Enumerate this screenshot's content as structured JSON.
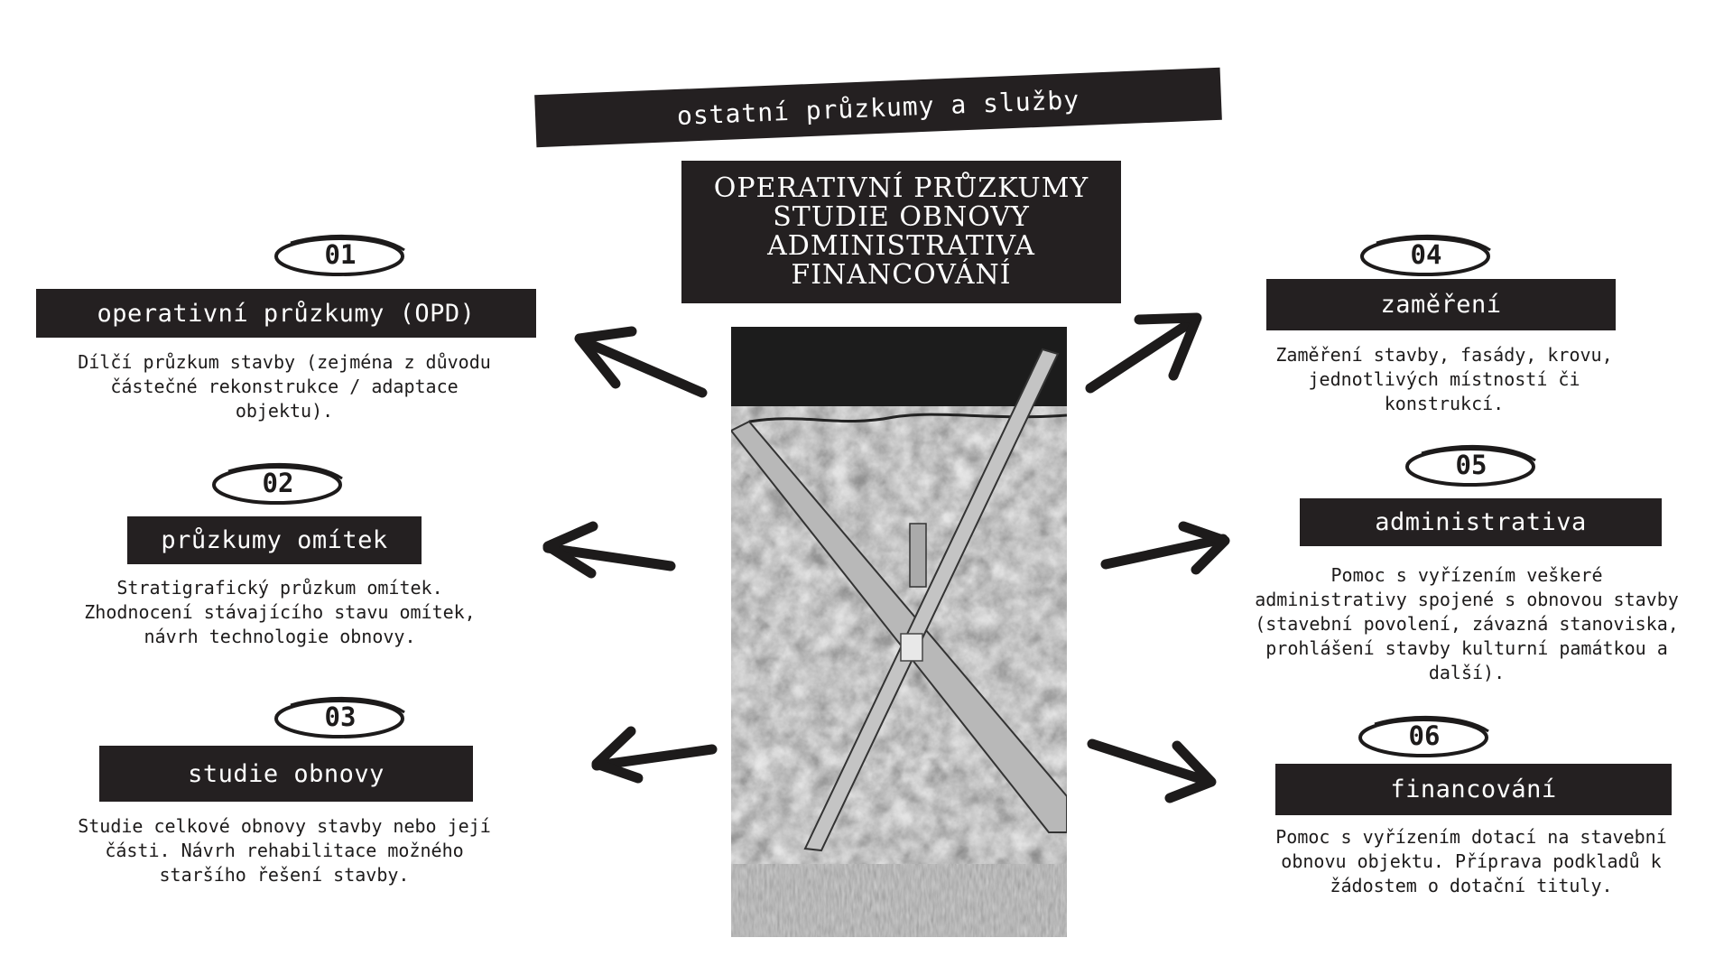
{
  "header": {
    "other_services": "ostatní průzkumy a služby"
  },
  "summary": {
    "lines": [
      "OPERATIVNÍ PRŮZKUMY",
      "STUDIE OBNOVY",
      "ADMINISTRATIVA",
      "FINANCOVÁNÍ"
    ]
  },
  "photo": {
    "subject": "timber X-brace against weathered stone and plaster wall (black and white)"
  },
  "items": [
    {
      "number": "01",
      "title": "operativní průzkumy (OPD)",
      "description": "Dílčí průzkum stavby (zejména z důvodu částečné rekonstrukce / adaptace objektu)."
    },
    {
      "number": "02",
      "title": "průzkumy omítek",
      "description": "Stratigrafický průzkum omítek. Zhodnocení stávajícího stavu omítek, návrh technologie obnovy."
    },
    {
      "number": "03",
      "title": "studie obnovy",
      "description": "Studie celkové obnovy stavby nebo její části. Návrh rehabilitace možného staršího řešení stavby."
    },
    {
      "number": "04",
      "title": "zaměření",
      "description": "Zaměření stavby, fasády, krovu, jednotlivých místností či konstrukcí."
    },
    {
      "number": "05",
      "title": "administrativa",
      "description": "Pomoc s vyřízením veškeré administrativy spojené s obnovou stavby (stavební povolení, závazná stanoviska, prohlášení stavby kulturní památkou a další)."
    },
    {
      "number": "06",
      "title": "financování",
      "description": "Pomoc s vyřízením dotací na stavební obnovu objektu. Příprava podkladů k žádostem o dotační tituly."
    }
  ],
  "colors": {
    "bar": "#242021",
    "text": "#1d1b1b",
    "background": "#ffffff"
  }
}
